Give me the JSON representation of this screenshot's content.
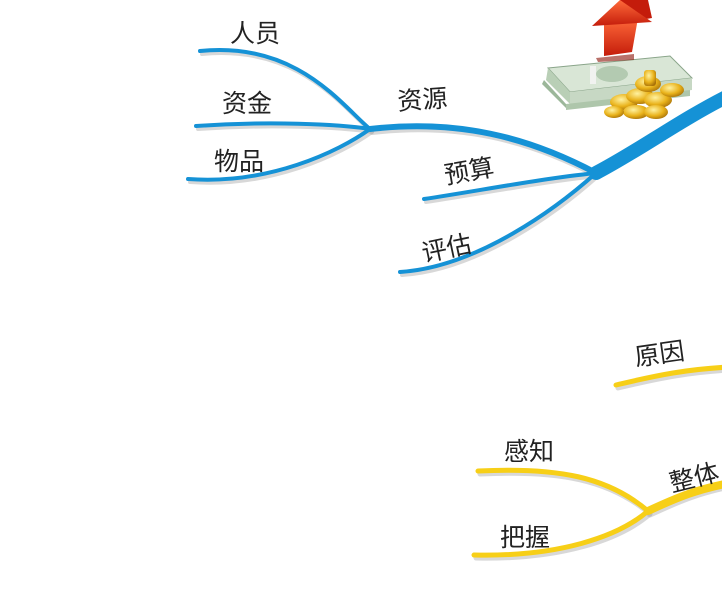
{
  "diagram": {
    "type": "mind-map-fragment",
    "colors": {
      "blue_branch": "#1592d6",
      "yellow_branch": "#f7cf17",
      "arrow": "#e23519",
      "coins": "#e9b21a",
      "cash": "#a9c3a7"
    },
    "icon": "money-and-rising-arrow-icon",
    "blue_group": {
      "main": "资源",
      "children_of_main": [
        "人员",
        "资金",
        "物品"
      ],
      "siblings": [
        "预算",
        "评估"
      ]
    },
    "yellow_group": {
      "top": "原因",
      "main": "整体",
      "children_of_main": [
        "感知",
        "把握"
      ]
    }
  }
}
